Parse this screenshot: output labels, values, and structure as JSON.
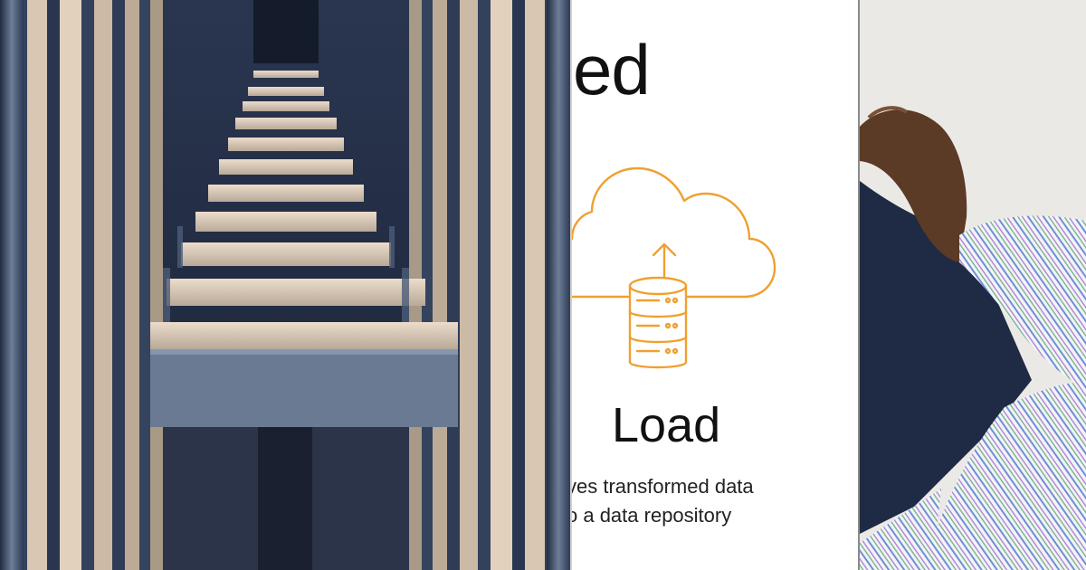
{
  "slide": {
    "heading_fragment": "ed",
    "step_label": "Load",
    "description_lines": [
      "ves transformed data",
      "o a data repository"
    ]
  },
  "icons": {
    "upload_cloud": "cloud-upload-database-icon"
  },
  "colors": {
    "accent": "#f0a030",
    "slide_bg": "#ffffff",
    "text": "#111111",
    "corridor_shadow": "#2f3d55",
    "corridor_light": "#d8c6b4",
    "wall_bg": "#ebe9e6",
    "suit": "#1f2a44",
    "skin": "#5b3a26"
  },
  "photos": {
    "left": "architectural-corridor-photo",
    "right": "person-striped-shirt-photo"
  }
}
